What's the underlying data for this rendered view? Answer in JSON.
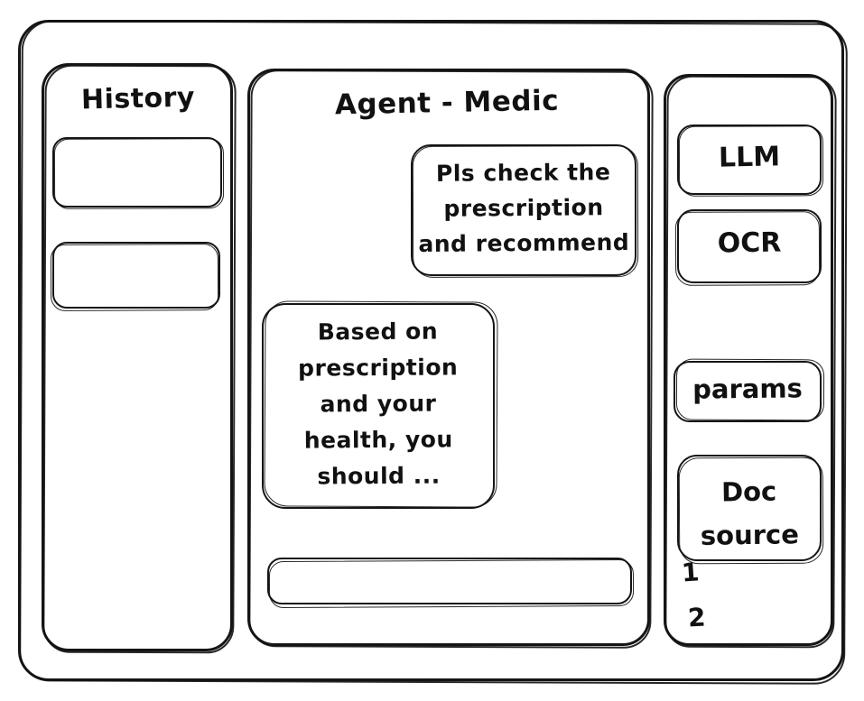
{
  "window": {
    "style": "hand-drawn-wireframe",
    "ink_color": "#151515",
    "background_color": "#ffffff"
  },
  "history_panel": {
    "title": "History",
    "items": [
      {
        "label": ""
      },
      {
        "label": ""
      }
    ]
  },
  "agent_panel": {
    "title": "Agent - Medic",
    "messages": [
      {
        "role": "user",
        "align": "right",
        "text": "Pls check the\nprescription\nand recommend"
      },
      {
        "role": "assistant",
        "align": "left",
        "text": "Based on\nprescription\nand your\nhealth, you\nshould ..."
      }
    ],
    "composer": {
      "value": "",
      "placeholder": ""
    }
  },
  "tools_panel": {
    "tools": [
      {
        "id": "llm",
        "label": "LLM"
      },
      {
        "id": "ocr",
        "label": "OCR"
      },
      {
        "id": "params",
        "label": "params"
      },
      {
        "id": "doc_source",
        "label": "Doc\nsource"
      }
    ],
    "doc_source_list": [
      {
        "number": "1"
      },
      {
        "number": "2"
      }
    ]
  }
}
